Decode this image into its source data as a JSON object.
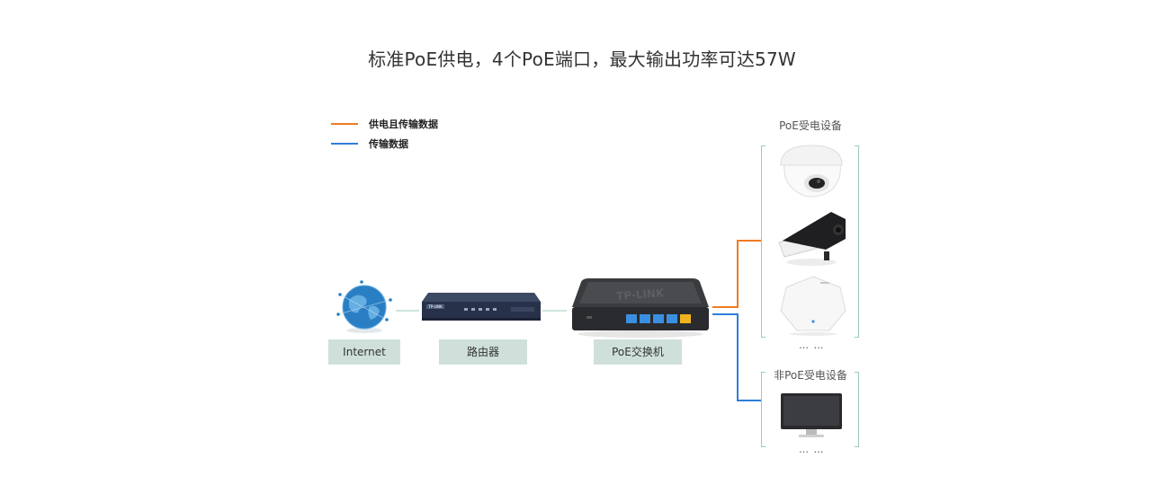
{
  "title": "标准PoE供电，4个PoE端口，最大输出功率可达57W",
  "legend": [
    {
      "label": "供电且传输数据",
      "color": "#f07b22"
    },
    {
      "label": "传输数据",
      "color": "#2e7fd9"
    }
  ],
  "nodes": {
    "internet": "Internet",
    "router": "路由器",
    "switch": "PoE交换机"
  },
  "groups": {
    "poe": {
      "title": "PoE受电设备",
      "dots": "… …"
    },
    "non_poe": {
      "title": "非PoE受电设备",
      "dots": "… …"
    }
  },
  "brand": {
    "switch_logo": "TP-LINK",
    "router_logo": "TP-LINK"
  },
  "colors": {
    "power_data": "#f07b22",
    "data": "#2e7fd9",
    "label_bg": "#cfe0db",
    "connector": "#9cc8c0"
  }
}
